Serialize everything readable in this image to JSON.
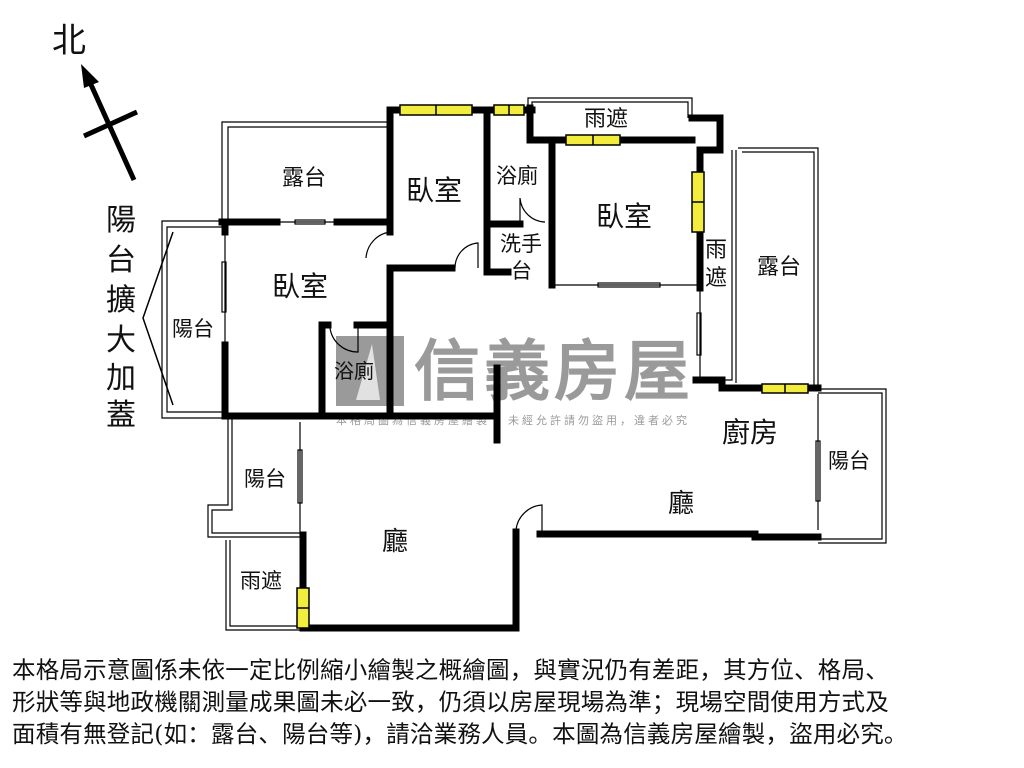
{
  "compass": {
    "label": "北",
    "icon": "north-arrow-icon"
  },
  "annotation": {
    "text": "陽台擴大加蓋",
    "chars": [
      "陽",
      "台",
      "擴",
      "大",
      "加",
      "蓋"
    ]
  },
  "rooms": {
    "terrace_top_left": "露台",
    "bedroom_1": "臥室",
    "bedroom_2": "臥室",
    "bedroom_3": "臥室",
    "bathroom_1": "浴廁",
    "bathroom_2": "浴廁",
    "washbasin": {
      "line1": "洗手",
      "line2": "台"
    },
    "canopy_top": "雨遮",
    "canopy_right": {
      "line1": "雨",
      "line2": "遮"
    },
    "terrace_right": "露台",
    "balcony_left": "陽台",
    "balcony_lower_left": "陽台",
    "canopy_bottom_left": "雨遮",
    "living_left": "廳",
    "living_right": "廳",
    "kitchen": "廚房",
    "balcony_right": "陽台"
  },
  "watermark": {
    "brand": "信義房屋",
    "notice_left": "本格局圖為信義房屋繪製",
    "notice_right": "未經允許請勿盜用，違者必究"
  },
  "colors": {
    "wall": "#000000",
    "window_fill": "#f2ec3c",
    "watermark": "#9a9a9a",
    "background": "#ffffff"
  },
  "disclaimer": {
    "line1": "本格局示意圖係未依一定比例縮小繪製之概繪圖，與實況仍有差距，其方位、格局、",
    "line2": "形狀等與地政機關測量成果圖未必一致，仍須以房屋現場為準；現場空間使用方式及",
    "line3": "面積有無登記(如：露台、陽台等)，請洽業務人員。本圖為信義房屋繪製，盜用必究。"
  }
}
